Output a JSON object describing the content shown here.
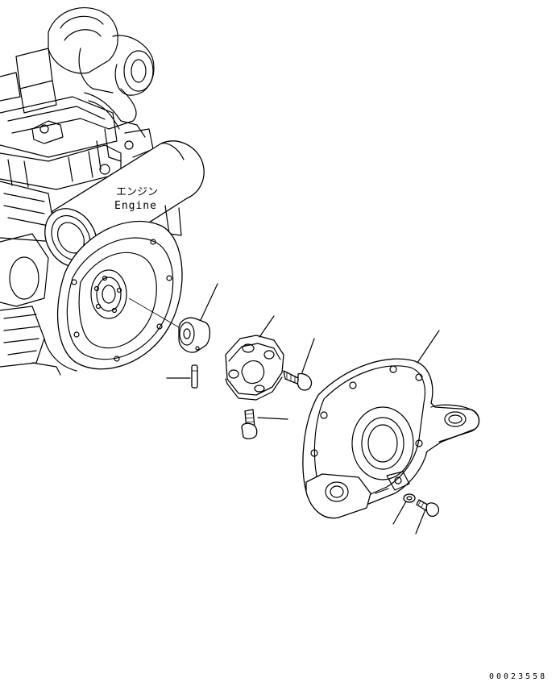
{
  "engine_label": {
    "japanese": "エンジン",
    "english": "Engine"
  },
  "document_number": "00023558"
}
